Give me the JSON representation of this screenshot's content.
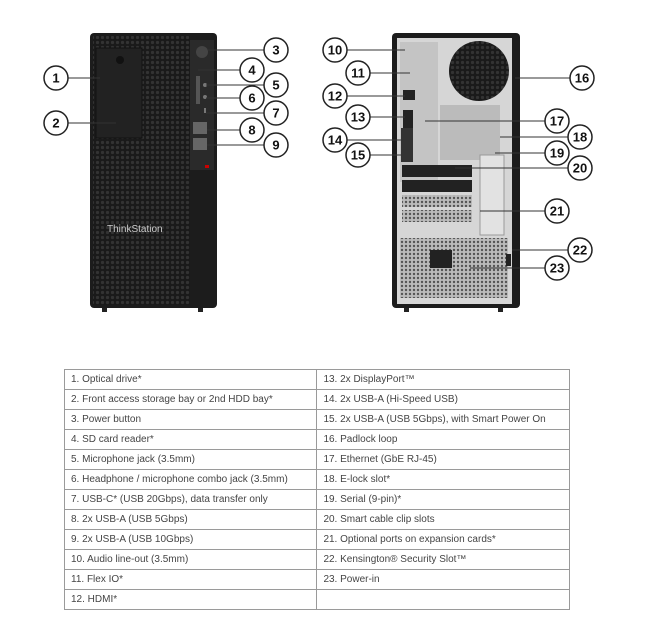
{
  "diagram": {
    "logo_text": "ThinkStation",
    "front_callouts": [
      "1",
      "2",
      "3",
      "4",
      "5",
      "6",
      "7",
      "8",
      "9"
    ],
    "rear_callouts": [
      "10",
      "11",
      "12",
      "13",
      "14",
      "15",
      "16",
      "17",
      "18",
      "19",
      "20",
      "21",
      "22",
      "23"
    ]
  },
  "table": {
    "left": [
      "1.   Optical drive*",
      "2.   Front access storage bay or 2nd HDD bay*",
      "3.   Power button",
      "4.   SD card reader*",
      "5.   Microphone jack (3.5mm)",
      "6.   Headphone / microphone combo jack (3.5mm)",
      "7.   USB-C* (USB 20Gbps), data transfer only",
      "8.   2x USB-A (USB 5Gbps)",
      "9.   2x USB-A (USB 10Gbps)",
      "10. Audio line-out (3.5mm)",
      "11.  Flex IO*",
      "12. HDMI*"
    ],
    "right": [
      "13. 2x DisplayPort™",
      "14. 2x USB-A (Hi-Speed USB)",
      "15. 2x USB-A (USB 5Gbps), with Smart Power On",
      "16. Padlock loop",
      "17. Ethernet (GbE RJ-45)",
      "18. E-lock slot*",
      "19. Serial (9-pin)*",
      "20. Smart cable clip slots",
      "21. Optional ports on expansion cards*",
      "22. Kensington® Security Slot™",
      "23. Power-in",
      ""
    ]
  }
}
